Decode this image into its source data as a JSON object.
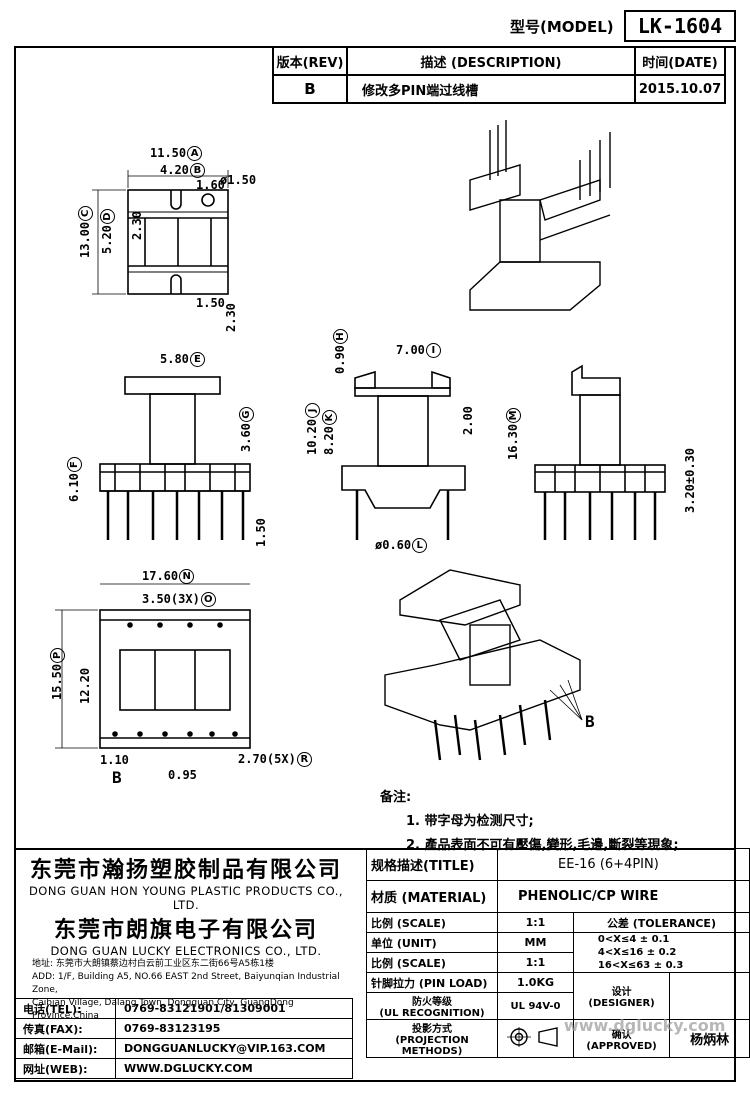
{
  "header": {
    "model_label": "型号(MODEL)",
    "model_value": "LK-1604"
  },
  "revision": {
    "col_rev": "版本(REV)",
    "col_desc": "描述 (DESCRIPTION)",
    "col_date": "时间(DATE)",
    "rev": "B",
    "desc": "修改多PIN端过线槽",
    "date": "2015.10.07"
  },
  "dims": {
    "a": "11.50",
    "b": "4.20",
    "c": "13.00",
    "d": "5.20",
    "d1": "1.60",
    "d2": "ø1.50",
    "d3": "2.30",
    "d4": "1.50",
    "d5": "2.30",
    "e": "5.80",
    "g": "3.60",
    "f": "6.10",
    "p150": "1.50",
    "h": "0.90",
    "i": "7.00",
    "j": "10.20",
    "k": "8.20",
    "d200": "2.00",
    "l": "ø0.60",
    "m": "16.30",
    "d320": "3.20±0.30",
    "n": "17.60",
    "o": "3.50(3X)",
    "p": "15.50",
    "d1220": "12.20",
    "d110": "1.10",
    "d095": "0.95",
    "r": "2.70(5X)",
    "b_label": "B"
  },
  "circle_labels": {
    "A": "A",
    "B": "B",
    "C": "C",
    "D": "D",
    "E": "E",
    "F": "F",
    "G": "G",
    "H": "H",
    "I": "I",
    "J": "J",
    "K": "K",
    "L": "L",
    "M": "M",
    "N": "N",
    "O": "O",
    "P": "P",
    "R": "R"
  },
  "notes": {
    "title": "备注:",
    "n1": "1. 带字母为检测尺寸;",
    "n2": "2. 產品表面不可有壓傷,變形,毛邊,斷裂等現象;",
    "b_label": "B"
  },
  "company": {
    "cn1": "东莞市瀚扬塑胶制品有限公司",
    "en1": "DONG GUAN HON YOUNG PLASTIC PRODUCTS CO., LTD.",
    "cn2": "东莞市朗旗电子有限公司",
    "en2": "DONG GUAN LUCKY ELECTRONICS CO., LTD.",
    "addr1": "地址: 东莞市大朗镇蔡边村白云前工业区东二街66号A5栋1楼",
    "addr2": "ADD: 1/F, Building A5, NO.66 EAST 2nd Street, Baiyunqian Industrial Zone,",
    "addr3": "Caibian Village, Dalang Town, Dongguan City, GuangDong Province,China"
  },
  "contact": {
    "tel_label": "电话(TEL):",
    "tel": "0769-83121901/81309001",
    "fax_label": "传真(FAX):",
    "fax": "0769-83123195",
    "mail_label": "邮箱(E-Mail):",
    "mail": "DONGGUANLUCKY@VIP.163.COM",
    "web_label": "网址(WEB):",
    "web": "WWW.DGLUCKY.COM"
  },
  "titleblock": {
    "title_label": "规格描述(TITLE)",
    "title": "EE-16 (6+4PIN)",
    "material_label": "材质 (MATERIAL)",
    "material": "PHENOLIC/CP WIRE",
    "scale_label": "比例 (SCALE)",
    "scale": "1:1",
    "tolerance_label": "公差 (TOLERANCE)",
    "unit_label": "单位 (UNIT)",
    "unit": "MM",
    "tol1": "0<X≤4    ± 0.1",
    "tol2": "4<X≤16   ± 0.2",
    "tol3": "16<X≤63  ± 0.3",
    "scale2_label": "比例 (SCALE)",
    "scale2": "1:1",
    "pinload_label": "针脚拉力 (PIN LOAD)",
    "pinload": "1.0KG",
    "designer_label": "设计",
    "designer_en": "(DESIGNER)",
    "ul_label": "防火等级",
    "ul_en": "(UL RECOGNITION)",
    "ul": "UL 94V-0",
    "approved_label": "确认",
    "approved_en": "(APPROVED)",
    "approved": "杨炳林",
    "proj_label": "投影方式",
    "proj_en": "(PROJECTION METHODS)",
    "watermark": "www.dglucky.com"
  }
}
